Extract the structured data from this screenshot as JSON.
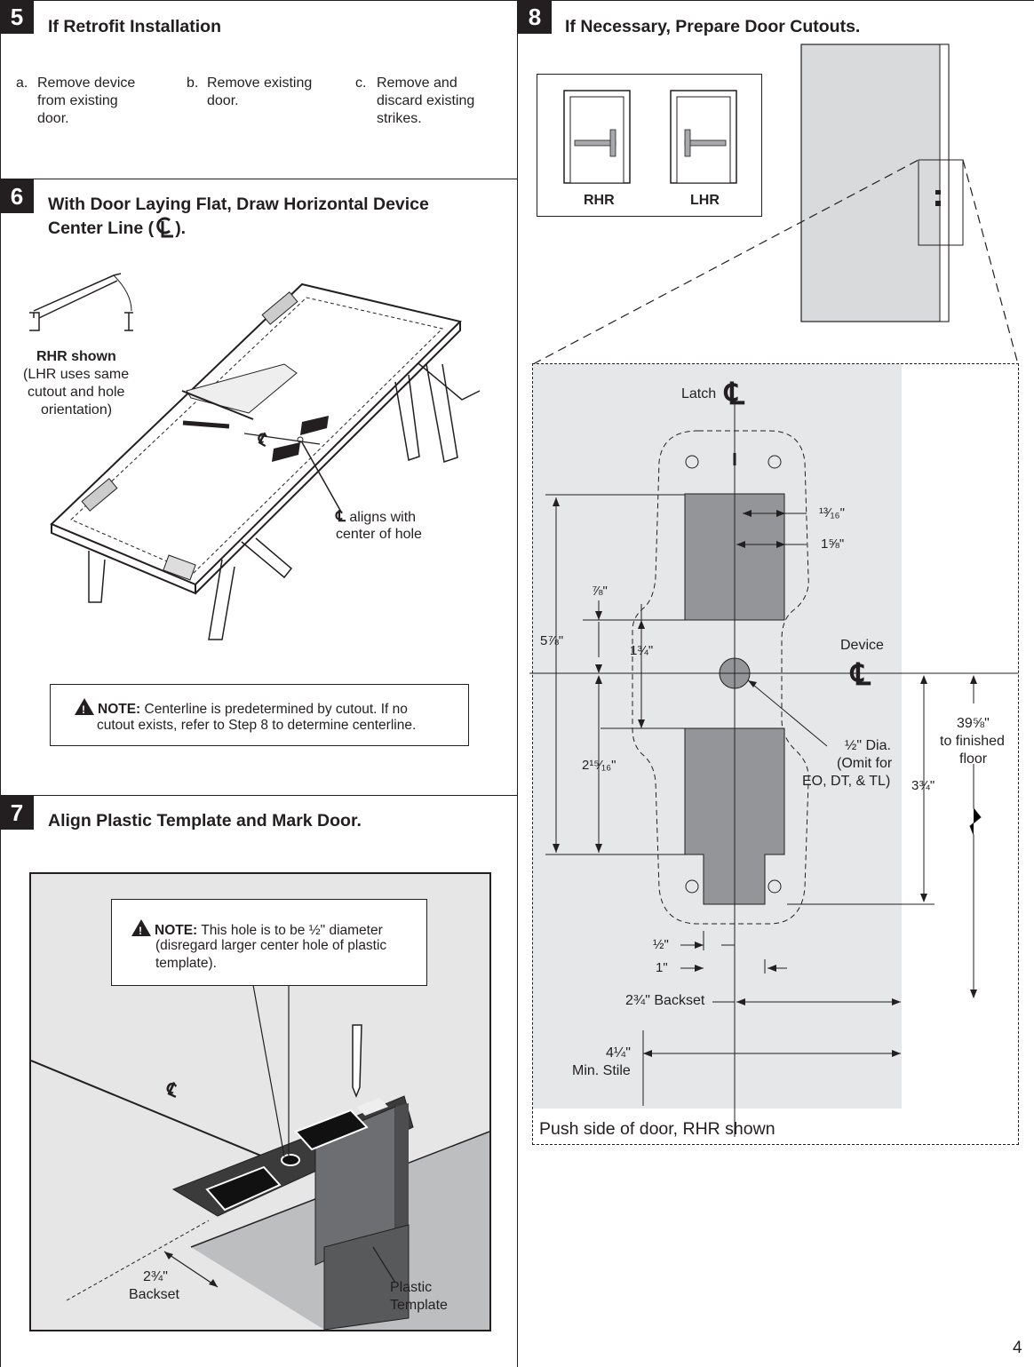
{
  "step5": {
    "num": "5",
    "title": "If Retrofit Installation",
    "items": [
      {
        "mark": "a.",
        "l1": "Remove device",
        "l2": "from existing",
        "l3": "door."
      },
      {
        "mark": "b.",
        "l1": "Remove existing",
        "l2": "door.",
        "l3": ""
      },
      {
        "mark": "c.",
        "l1": "Remove and",
        "l2": "discard existing",
        "l3": "strikes."
      }
    ]
  },
  "step6": {
    "num": "6",
    "title_l1": "With Door Laying Flat, Draw Horizontal Device",
    "title_l2": "Center Line (",
    "title_l2_end": ").",
    "rhr_shown": "RHR shown",
    "rhr_note_l1": "(LHR uses same",
    "rhr_note_l2": "cutout and hole",
    "rhr_note_l3": "orientation)",
    "align_l1": "aligns with",
    "align_l2": "center of hole",
    "note_label": "NOTE:",
    "note_l1": "Centerline is predetermined by cutout. If no",
    "note_l2": "cutout exists, refer to Step 8 to determine centerline."
  },
  "step7": {
    "num": "7",
    "title": "Align Plastic Template and Mark Door.",
    "note_label": "NOTE:",
    "note_l1": "This hole is to be ½\" diameter",
    "note_l2": "(disregard larger center hole of plastic",
    "note_l3": "template).",
    "backset_l1": "2¾\"",
    "backset_l2": "Backset",
    "template_l1": "Plastic",
    "template_l2": "Template"
  },
  "step8": {
    "num": "8",
    "title": "If Necessary, Prepare Door Cutouts.",
    "rhr": "RHR",
    "lhr": "LHR",
    "latch": "Latch",
    "device": "Device",
    "dim_13_16": "¹³⁄₁₆\"",
    "dim_1_5_8": "1⅝\"",
    "dim_7_8": "⅞\"",
    "dim_5_7_8": "5⅞\"",
    "dim_1_3_4": "1¾\"",
    "dim_2_15_16": "2¹⁵⁄₁₆\"",
    "hole_l1": "½\" Dia.",
    "hole_l2": "(Omit for",
    "hole_l3": "EO, DT, & TL)",
    "dim_3_3_4": "3¾\"",
    "floor_l1": "39⅝\"",
    "floor_l2": "to finished",
    "floor_l3": "floor",
    "dim_half": "½\"",
    "dim_1": "1\"",
    "backset": "2¾\" Backset",
    "stile_l1": "4¼\"",
    "stile_l2": "Min. Stile",
    "caption": "Push side of door, RHR shown"
  },
  "page_number": "4"
}
